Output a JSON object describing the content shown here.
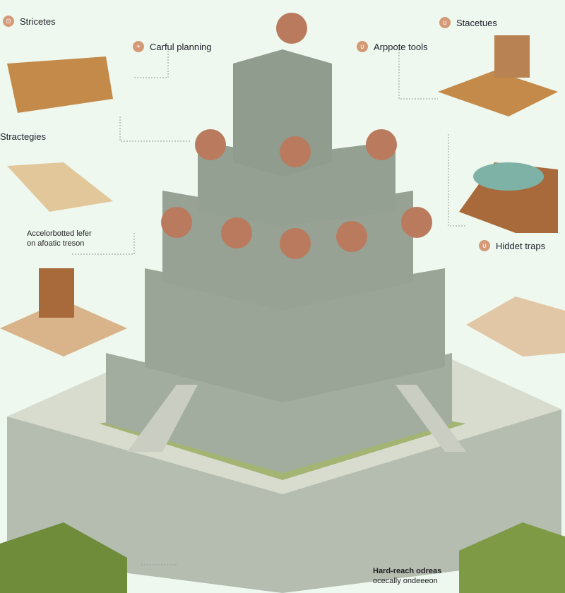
{
  "labels": {
    "top_left": "Stricetes",
    "planning": "Carful planning",
    "tools": "Arppote tools",
    "top_right": "Stacetues",
    "strategies": "Stractegies",
    "strategies_caption_1": "Accelorbotted lefer",
    "strategies_caption_2": "on afoatic treson",
    "traps": "Hiddet traps",
    "hard_reach_1": "Hard-reach odreas",
    "hard_reach_2": "ocecally ondeeeon"
  },
  "colors": {
    "background": "#eef8ee",
    "badge": "#d49a78",
    "stone": "#a9b3a6",
    "brick": "#b98a6e",
    "grass": "#7f9a3c",
    "wood": "#c48a4a"
  },
  "icons": [
    "badge-icon"
  ]
}
